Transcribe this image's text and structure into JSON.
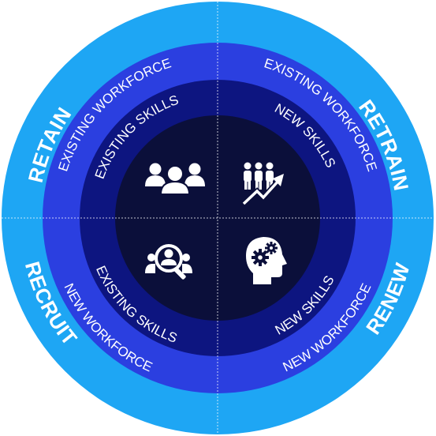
{
  "quadrants": {
    "top_left": {
      "outer": "RETAIN",
      "middle": "EXISTING WORKFORCE",
      "inner": "EXISTING SKILLS",
      "icon": "people-group-icon"
    },
    "top_right": {
      "outer": "RETRAIN",
      "middle": "EXISTING WORKFORCE",
      "inner": "NEW SKILLS",
      "icon": "growth-team-chart-icon"
    },
    "bottom_left": {
      "outer": "RECRUIT",
      "middle": "NEW WORKFORCE",
      "inner": "EXISTING SKILLS",
      "icon": "search-person-icon"
    },
    "bottom_right": {
      "outer": "RENEW",
      "middle": "NEW WORKFORCE",
      "inner": "NEW SKILLS",
      "icon": "head-gears-icon"
    }
  },
  "colors": {
    "outer_ring": "#1ea6f4",
    "middle_ring": "#2b3fe0",
    "inner_ring": "#0d1580",
    "core": "#0b0f3a",
    "text": "#ffffff"
  }
}
